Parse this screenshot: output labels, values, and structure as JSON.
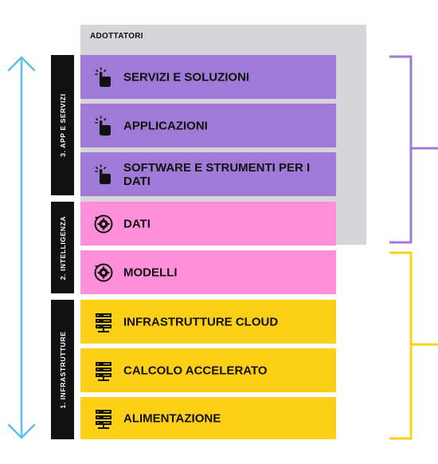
{
  "adopters_label": "ADOTTATORI",
  "layers": [
    {
      "id": "app",
      "label": "3. APP E SERVIZI"
    },
    {
      "id": "intel",
      "label": "2. INTELLIGENZA"
    },
    {
      "id": "infra",
      "label": "1. INFRASTRUTTURE"
    }
  ],
  "boxes": [
    {
      "label": "SERVIZI E SOLUZIONI",
      "icon": "hand-pointer-icon",
      "color": "#a07ad6"
    },
    {
      "label": "APPLICAZIONI",
      "icon": "hand-pointer-icon",
      "color": "#a07ad6"
    },
    {
      "label": "SOFTWARE E STRUMENTI PER I DATI",
      "icon": "hand-pointer-icon",
      "color": "#a07ad6"
    },
    {
      "label": "DATI",
      "icon": "gear-cycle-icon",
      "color": "#ff8fd8"
    },
    {
      "label": "MODELLI",
      "icon": "gear-cycle-icon",
      "color": "#ff8fd8"
    },
    {
      "label": "INFRASTRUTTURE CLOUD",
      "icon": "server-icon",
      "color": "#fdd017"
    },
    {
      "label": "CALCOLO ACCELERATO",
      "icon": "server-icon",
      "color": "#fdd017"
    },
    {
      "label": "ALIMENTAZIONE",
      "icon": "server-icon",
      "color": "#fdd017"
    }
  ],
  "colors": {
    "arrow": "#5bc0ea",
    "bracket_purple": "#a07ad6",
    "bracket_yellow": "#fdd017",
    "adopters_bg": "#d6d5da"
  }
}
